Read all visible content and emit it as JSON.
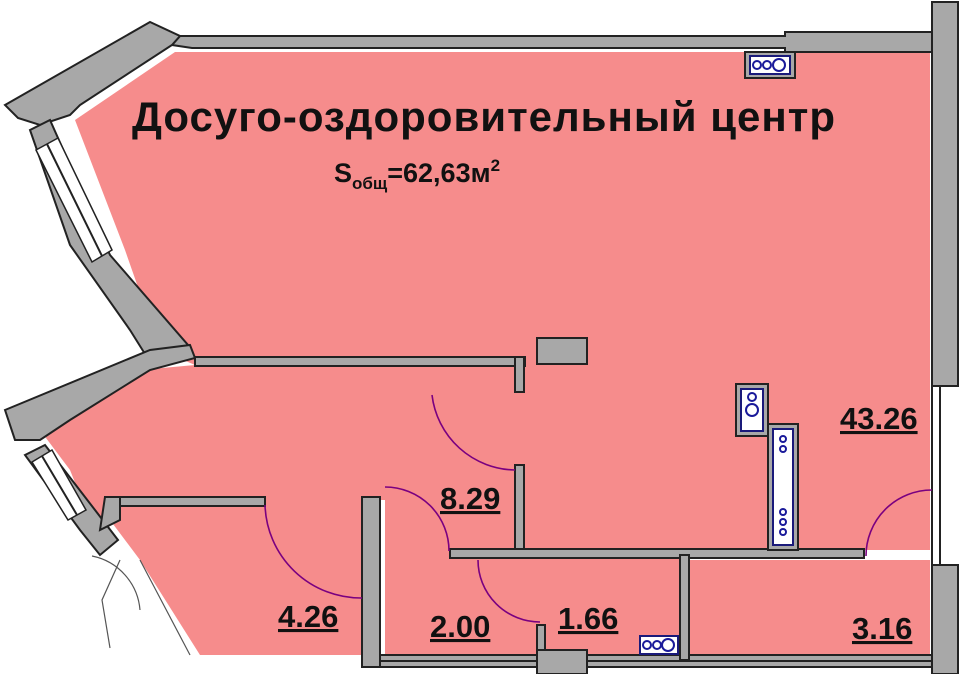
{
  "plan": {
    "title": "Досуго-оздоровительный центр",
    "total_area_prefix": "S",
    "total_area_subscript": "общ",
    "total_area_value": "=62,63м",
    "total_area_superscript": "2",
    "colors": {
      "room_fill": "#f68c8c",
      "wall": "#a8a8a8",
      "door_arc": "#7a0080",
      "fixture": "#1a1a9a"
    },
    "rooms": [
      {
        "id": "main-hall",
        "area": "43.26"
      },
      {
        "id": "corridor",
        "area": "8.29"
      },
      {
        "id": "room-left",
        "area": "4.26"
      },
      {
        "id": "room-mid",
        "area": "2.00"
      },
      {
        "id": "room-bath",
        "area": "1.66"
      },
      {
        "id": "room-right",
        "area": "3.16"
      }
    ]
  }
}
